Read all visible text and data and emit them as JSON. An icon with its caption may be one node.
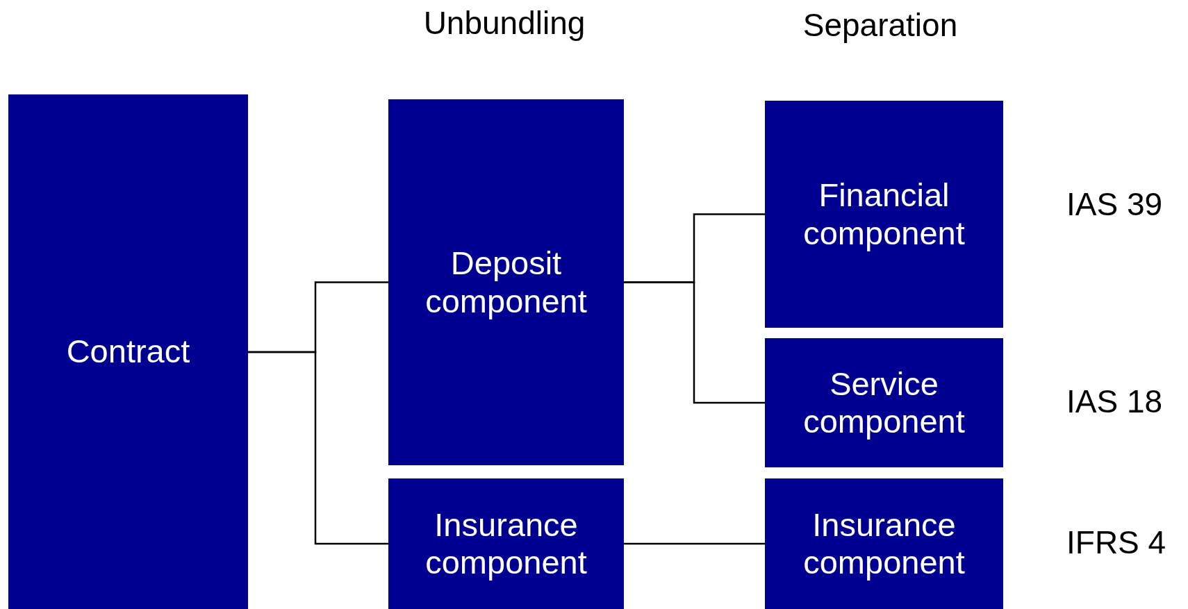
{
  "diagram": {
    "nodes": [
      {
        "text": [
          "Contract"
        ]
      },
      {
        "text": [
          "Deposit component"
        ]
      },
      {
        "text": [
          "Insurance component"
        ]
      },
      {
        "text": [
          "Financial component"
        ],
        "beside": [
          "IAS 39"
        ]
      },
      {
        "text": [
          "Service component"
        ],
        "beside": [
          "IAS 18"
        ]
      },
      {
        "text": [
          "Insurance component"
        ],
        "beside": [
          "IFRS 4"
        ]
      }
    ],
    "edges": [
      {
        "from": 0,
        "to": 1,
        "arrow": "none"
      },
      {
        "from": 0,
        "to": 2,
        "arrow": "none"
      },
      {
        "from": 1,
        "to": 3,
        "arrow": "none"
      },
      {
        "from": 1,
        "to": 4,
        "arrow": "none"
      },
      {
        "from": 2,
        "to": 5,
        "arrow": "none"
      }
    ],
    "labels": [
      "Unbundling",
      "Separation"
    ]
  }
}
